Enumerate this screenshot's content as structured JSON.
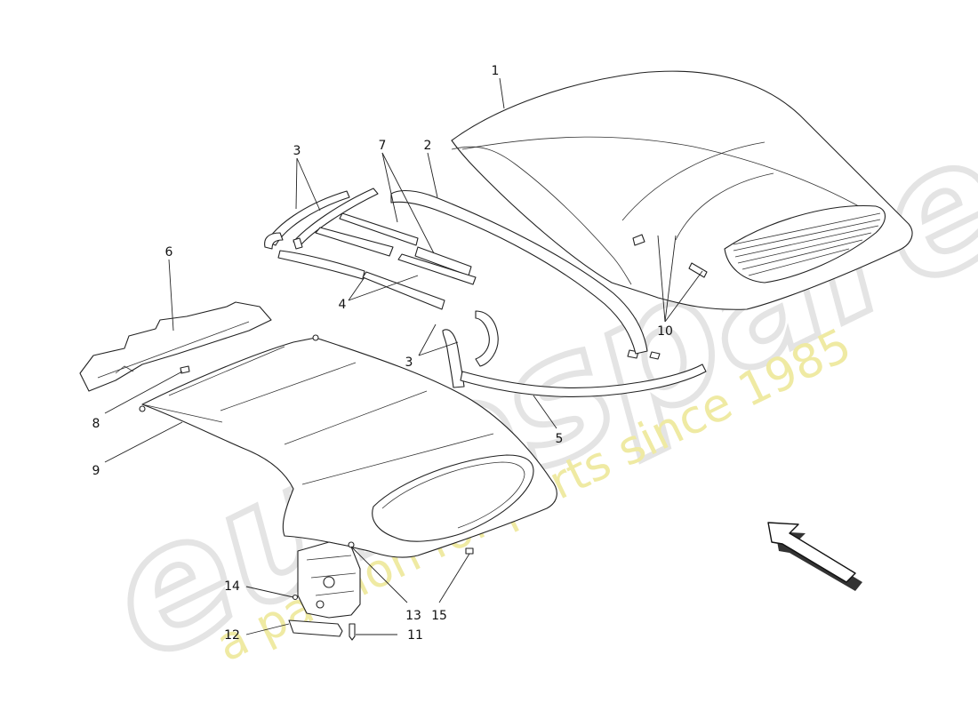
{
  "diagram": {
    "callouts": [
      {
        "id": "c1",
        "label": "1"
      },
      {
        "id": "c2",
        "label": "2"
      },
      {
        "id": "c3a",
        "label": "3"
      },
      {
        "id": "c3b",
        "label": "3"
      },
      {
        "id": "c4",
        "label": "4"
      },
      {
        "id": "c5",
        "label": "5"
      },
      {
        "id": "c6",
        "label": "6"
      },
      {
        "id": "c7",
        "label": "7"
      },
      {
        "id": "c8",
        "label": "8"
      },
      {
        "id": "c9",
        "label": "9"
      },
      {
        "id": "c10",
        "label": "10"
      },
      {
        "id": "c11",
        "label": "11"
      },
      {
        "id": "c12",
        "label": "12"
      },
      {
        "id": "c13",
        "label": "13"
      },
      {
        "id": "c14",
        "label": "14"
      },
      {
        "id": "c15",
        "label": "15"
      }
    ],
    "direction_arrow": "arrow-icon"
  },
  "watermark": {
    "brand": "eurospares",
    "tagline": "a passion for parts since 1985",
    "colors": {
      "brand": "#e6e6e6",
      "tagline": "#ece79a"
    }
  }
}
